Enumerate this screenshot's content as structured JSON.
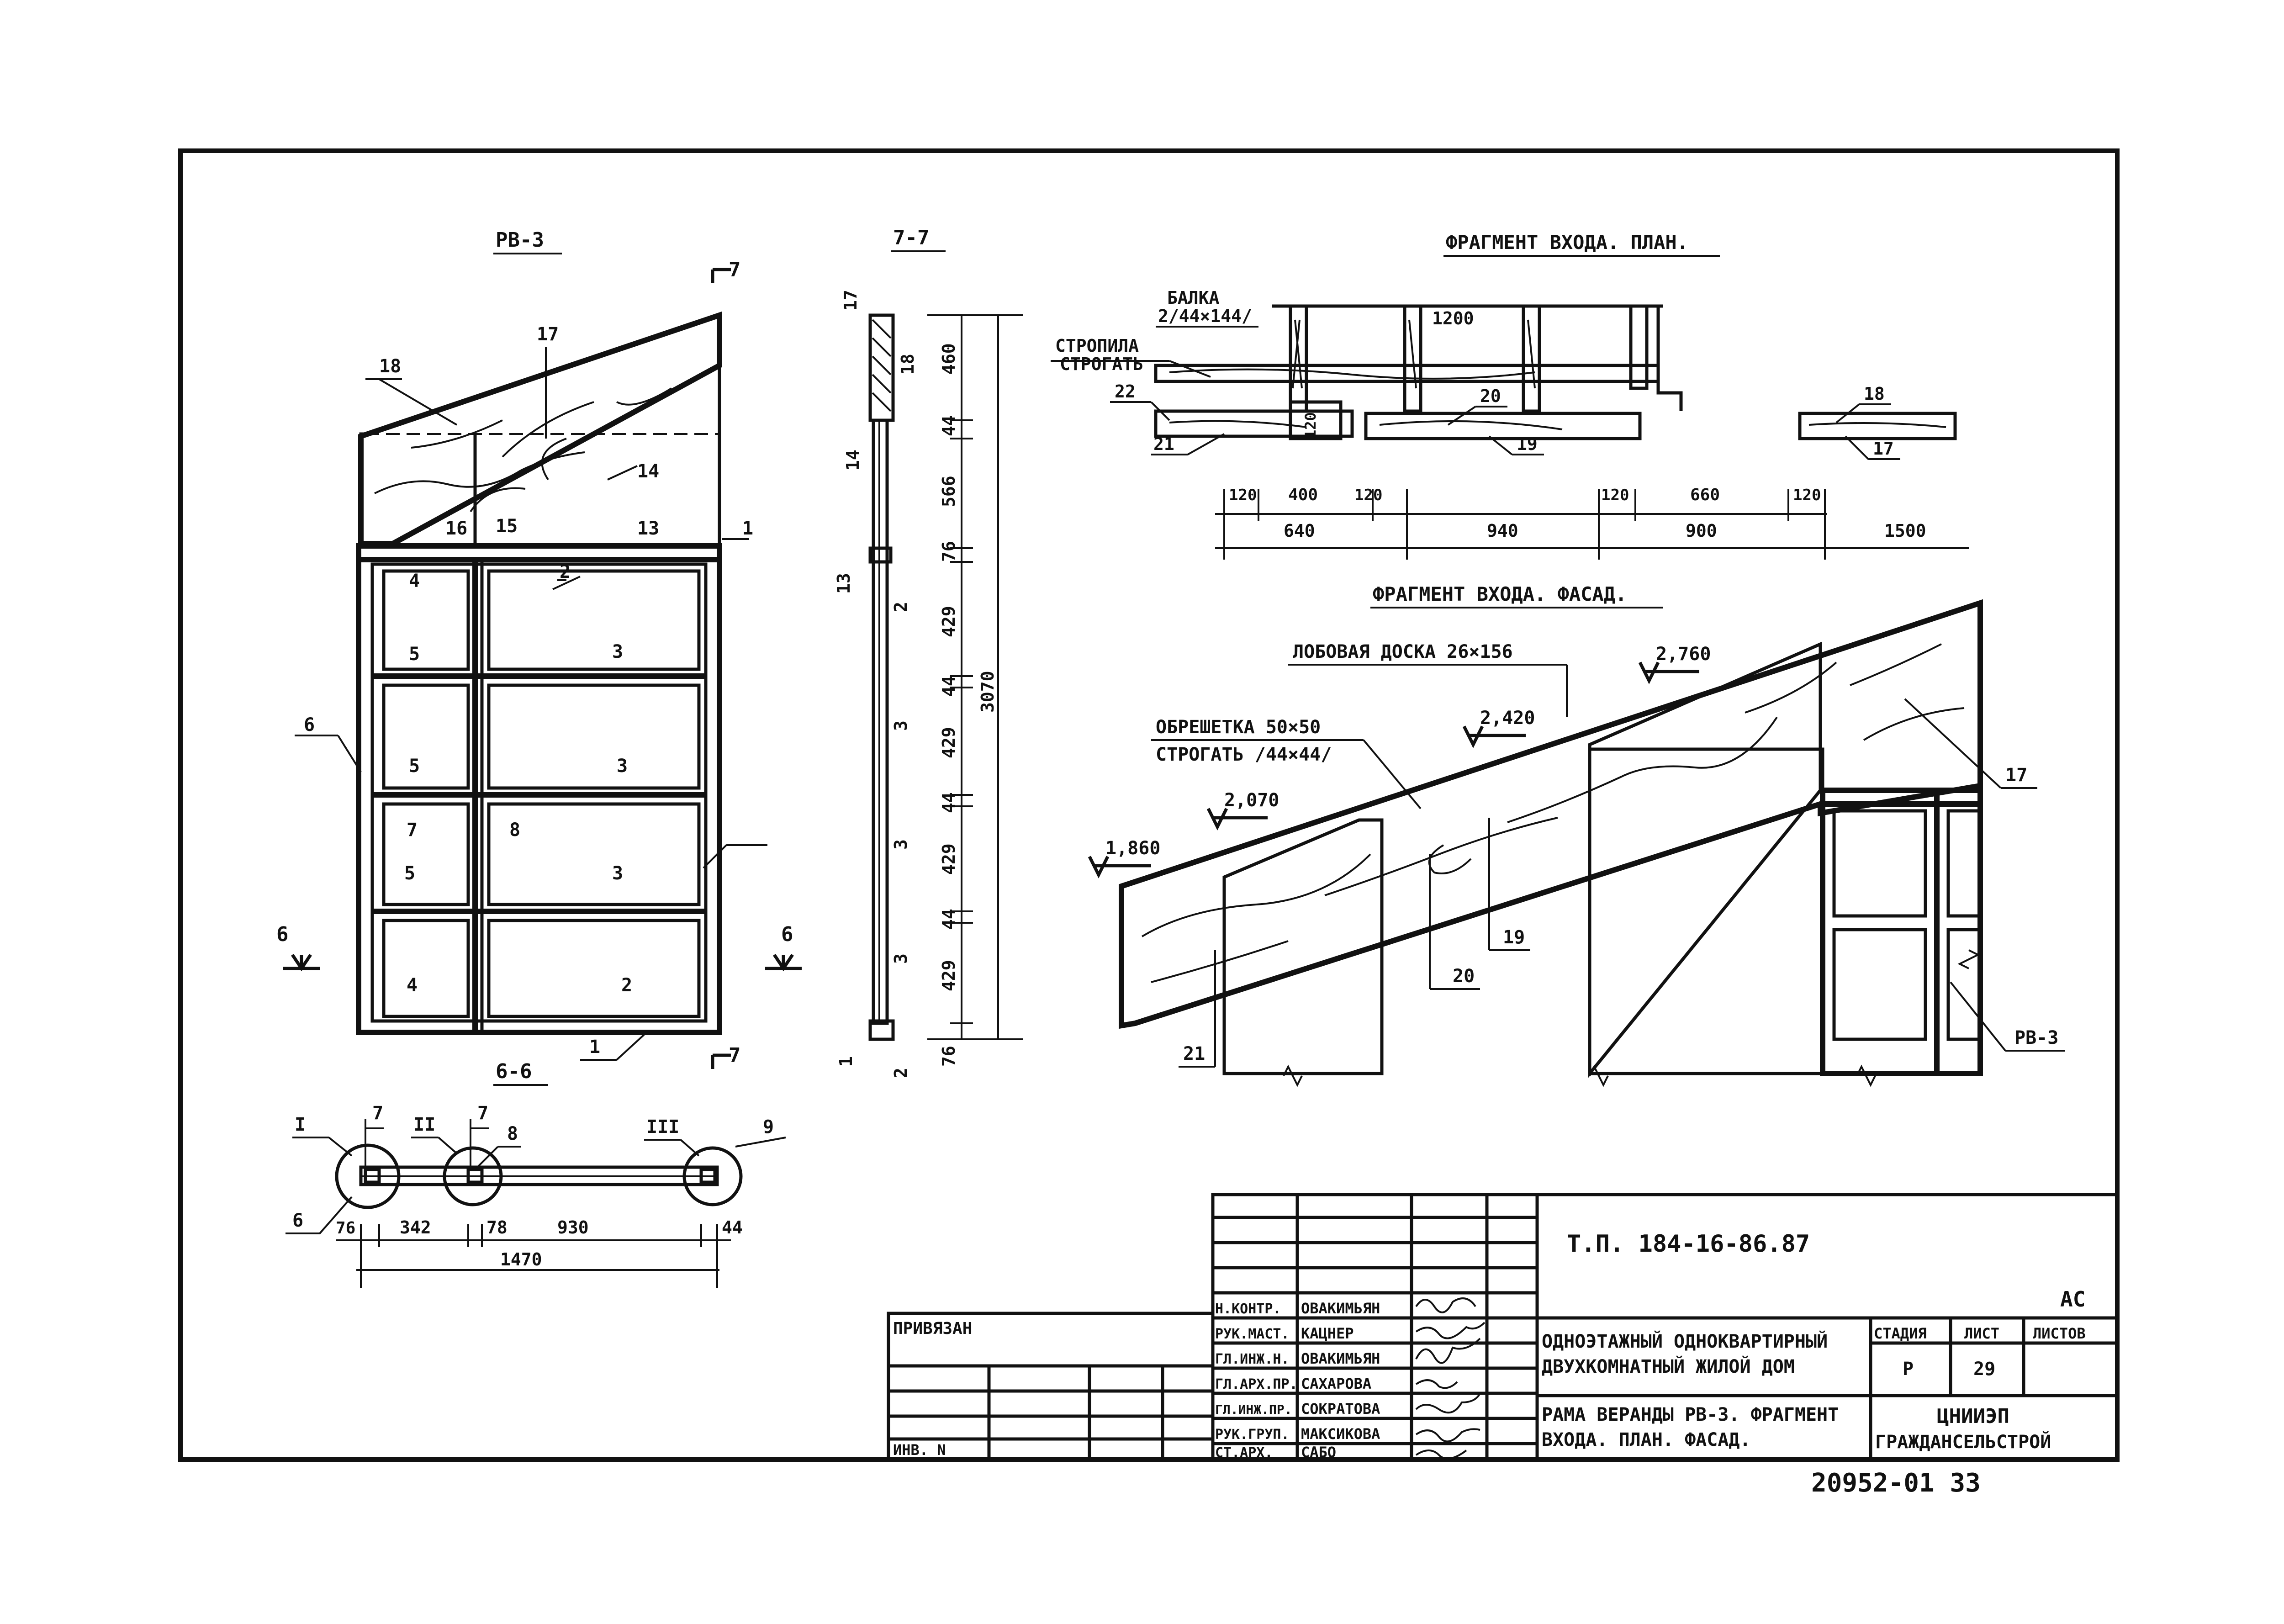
{
  "labels": {
    "rv3_title": "РВ-3",
    "sec77_title": "7-7",
    "sec66_title": "6-6",
    "plan_title": "ФРАГМЕНТ ВХОДА. ПЛАН.",
    "facade_title": "ФРАГМЕНТ ВХОДА. ФАСАД.",
    "cut6": "6",
    "cut7": "7",
    "balka": "БАЛКА",
    "balka_size": "2/44×144/",
    "stropila": "СТРОПИЛА",
    "strogat": "СТРОГАТЬ",
    "lobovaya": "ЛОБОВАЯ ДОСКА 26×156",
    "obreshetka": "ОБРЕШЕТКА 50×50",
    "obreshetka2": "СТРОГАТЬ /44×44/",
    "rv3_ref": "РВ-3",
    "node_I": "I",
    "node_II": "II",
    "node_III": "III"
  },
  "marks": {
    "m1": "1",
    "m2": "2",
    "m3": "3",
    "m4": "4",
    "m5": "5",
    "m6": "6",
    "m7": "7",
    "m8": "8",
    "m9": "9",
    "m13": "13",
    "m14": "14",
    "m15": "15",
    "m16": "16",
    "m17": "17",
    "m18": "18",
    "m19": "19",
    "m20": "20",
    "m21": "21",
    "m22": "22"
  },
  "dims": {
    "d460": "460",
    "d44": "44",
    "d566": "566",
    "d76": "76",
    "d429": "429",
    "d3070": "3070",
    "d342": "342",
    "d78": "78",
    "d930": "930",
    "d1470": "1470",
    "d120": "120",
    "d400": "400",
    "d640": "640",
    "d940": "940",
    "d660": "660",
    "d900": "900",
    "d1500": "1500",
    "d1200": "1200",
    "e2760": "2,760",
    "e2420": "2,420",
    "e2070": "2,070",
    "e1860": "1,860"
  },
  "titleblock": {
    "code": "Т.П. 184-16-86.87",
    "ac": "АС",
    "privyazan": "ПРИВЯЗАН",
    "inv": "ИНВ. N",
    "roles": [
      "Н.КОНТР.",
      "РУК.МАСТ.",
      "ГЛ.ИНЖ.Н.",
      "ГЛ.АРХ.ПР.",
      "ГЛ.ИНЖ.ПР.",
      "РУК.ГРУП.",
      "СТ.АРХ."
    ],
    "names": [
      "ОВАКИМЬЯН",
      "КАЦНЕР",
      "ОВАКИМЬЯН",
      "САХАРОВА",
      "СОКРАТОВА",
      "МАКСИКОВА",
      "САБО"
    ],
    "project_line1": "ОДНОЭТАЖНЫЙ ОДНОКВАРТИРНЫЙ",
    "project_line2": "ДВУХКОМНАТНЫЙ ЖИЛОЙ ДОМ",
    "sheet_line1": "РАМА ВЕРАНДЫ РВ-3. ФРАГМЕНТ",
    "sheet_line2": "ВХОДА. ПЛАН. ФАСАД.",
    "stadiya_label": "СТАДИЯ",
    "list_label": "ЛИСТ",
    "listov_label": "ЛИСТОВ",
    "stadiya": "Р",
    "list": "29",
    "org1": "ЦНИИЭП",
    "org2": "ГРАЖДАНСЕЛЬСТРОЙ",
    "archive": "20952-01 33"
  }
}
